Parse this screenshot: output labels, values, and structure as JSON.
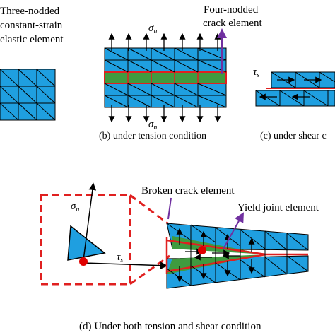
{
  "labels": {
    "element_line1": "Three-nodded",
    "element_line2": "constant-strain",
    "element_line3": "elastic element",
    "crack_line1": "Four-nodded",
    "crack_line2": "crack element",
    "sigma": "σ",
    "sigma_sub": "n",
    "tau": "τ",
    "tau_sub": "s",
    "caption_b": "(b) under tension condition",
    "caption_c": "(c) under shear c",
    "broken_crack": "Broken crack element",
    "yield_joint": "Yield joint element",
    "caption_d": "(d)  Under both tension and shear condition"
  },
  "colors": {
    "element_fill": "#1f9fe0",
    "crack_fill": "#3f9b3f",
    "crack_outline": "#e02020",
    "pointer": "#7030a0",
    "dashed": "#e02020",
    "node": "#e00000"
  }
}
